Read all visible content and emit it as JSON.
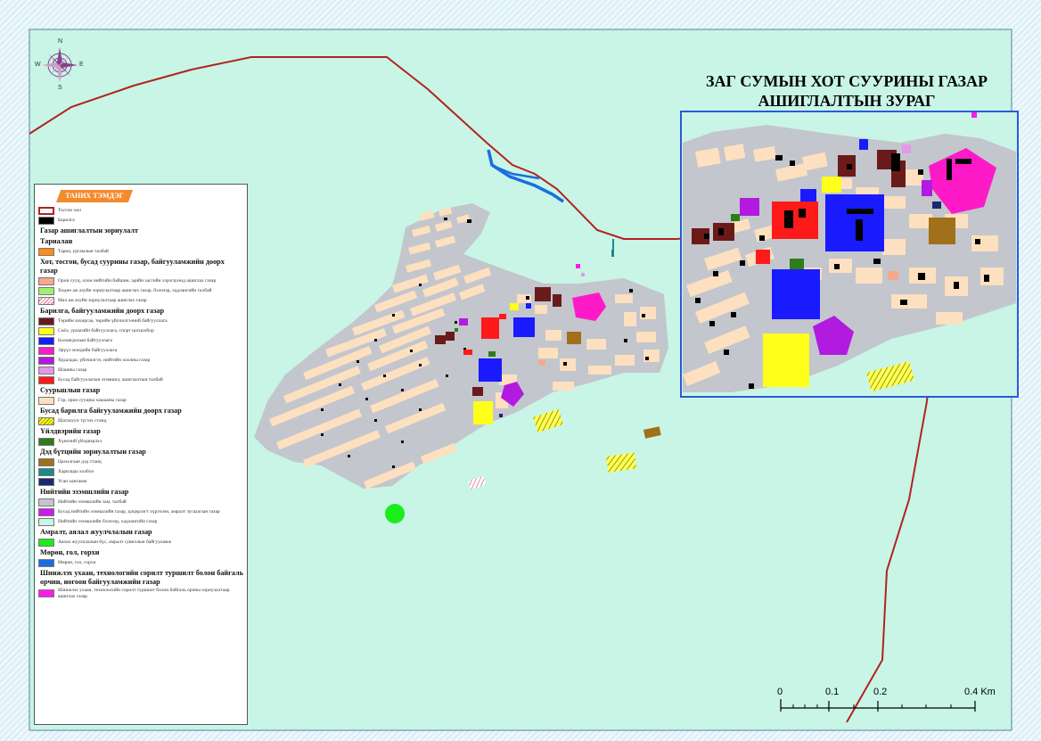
{
  "title": {
    "line1": "ЗАГ СУМЫН ХОТ СУУРИНЫ ГАЗАР",
    "line2": "АШИГЛАЛТЫН ЗУРАГ"
  },
  "compass": {
    "n": "N",
    "s": "S",
    "e": "E",
    "w": "W"
  },
  "scale": {
    "labels": [
      "0",
      "0.1",
      "0.2",
      "0.4 Km"
    ]
  },
  "legend": {
    "title": "ТАНИХ ТЭМДЭГ",
    "sections": [
      {
        "heading": "",
        "items": [
          {
            "label": "Тосгон хил",
            "color": "#ffffff",
            "border": "#b22222"
          },
          {
            "label": "Барилга",
            "color": "#000000"
          }
        ]
      },
      {
        "heading": "Газар ашиглалтын зориулалт",
        "items": []
      },
      {
        "heading": "Тариалан",
        "items": [
          {
            "label": "Тариа, ургамлын талбай",
            "color": "#ff8c1a"
          }
        ]
      },
      {
        "heading": "Хот, тосгон, бусад суурины газар, байгууламжийн доорх газар",
        "items": [
          {
            "label": "Орон сууц, олон нийтийн байшин, эдийн засгийн хэрэгцээнд ашиглах газар",
            "color": "#f5a98a"
          },
          {
            "label": "Хөдөө аж ахуйн зориулалтаар ашиглах газар, бэлчээр, хадлангийн талбай",
            "color": "#9ef06f"
          },
          {
            "label": "Мал аж ахуйн зориулалтаар ашиглах газар",
            "color": "#ffffff",
            "hatch": "#e06080"
          }
        ]
      },
      {
        "heading": "Барилга, байгууламжийн доорх газар",
        "items": [
          {
            "label": "Төрийн захиргаа, төрийн үйлчилгээний байгууллага",
            "color": "#6b1a1a"
          },
          {
            "label": "Соёл, урлагийн байгууллага, спорт цогцолбор",
            "color": "#ffff1a"
          },
          {
            "label": "Боловсролын байгууллага",
            "color": "#1a1aff"
          },
          {
            "label": "Эрүүл мэндийн байгууллага",
            "color": "#ff1ac8"
          },
          {
            "label": "Худалдаа, үйлчилгээ, нийтийн хоолны газар",
            "color": "#b21ae0"
          },
          {
            "label": "Шашны газар",
            "color": "#e09ae8"
          },
          {
            "label": "Бусад байгууллагын эзэмшил, ашиглалтын талбай",
            "color": "#ff1a1a"
          }
        ]
      },
      {
        "heading": "Суурьшлын газар",
        "items": [
          {
            "label": "Гэр, орон сууцны хашааны газар",
            "color": "#fde0bf"
          }
        ]
      },
      {
        "heading": "Бусад барилга байгууламжийн доорх газар",
        "items": [
          {
            "label": "Шатахуун түгээх станц",
            "color": "#ffff1a",
            "hatch": "#888800"
          }
        ]
      },
      {
        "heading": "Үйлдвэрийн газар",
        "items": [
          {
            "label": "Хүнсний үйлдвэрлэл",
            "color": "#2e7d1a"
          }
        ]
      },
      {
        "heading": "Дэд бүтцийн зориулалтын газар",
        "items": [
          {
            "label": "Цахилгаан дэд станц",
            "color": "#a0701a"
          },
          {
            "label": "Харилцаа холбоо",
            "color": "#1a8a8a"
          },
          {
            "label": "Усан хангамж",
            "color": "#1a2a6e"
          }
        ]
      },
      {
        "heading": "Нийтийн эзэмшлийн газар",
        "items": [
          {
            "label": "Нийтийн эзэмшлийн зам, талбай",
            "color": "#c3c6cc"
          },
          {
            "label": "Бусад нийтийн эзэмшлийн газар, цэцэрлэгт хүрээлэн, амралт зугаалгын газар",
            "color": "#cc1aee"
          },
          {
            "label": "Нийтийн эзэмшлийн бэлчээр, хадлангийн газар",
            "color": "#c8f5e6"
          }
        ]
      },
      {
        "heading": "Амралт, аялал жуулчлалын газар",
        "items": [
          {
            "label": "Аялал жуулчлалын бүс, амралт сувиллын байгууламж",
            "color": "#1aee1a"
          }
        ]
      },
      {
        "heading": "Мөрөн, гол, горхи",
        "items": [
          {
            "label": "Мөрөн, гол, горхи",
            "color": "#1a6ee0"
          }
        ]
      },
      {
        "heading": "Шинжлэх ухаан, технологийн сорилт туршилт болон байгаль орчин, ногоон байгууламжийн газар",
        "items": [
          {
            "label": "Шинжлэх ухаан, технологийн сорилт туршилт болон байгаль орчны зориулалтаар ашиглах газар",
            "color": "#ff1ae8"
          }
        ]
      }
    ]
  },
  "colors": {
    "background": "#c8f5e6",
    "road": "#c3c6cc",
    "residential": "#fde0bf",
    "boundary": "#b22222",
    "river": "#1a6ee0",
    "inset_border": "#2a5bd7"
  },
  "icons": {
    "compass": "compass-rose-icon"
  }
}
